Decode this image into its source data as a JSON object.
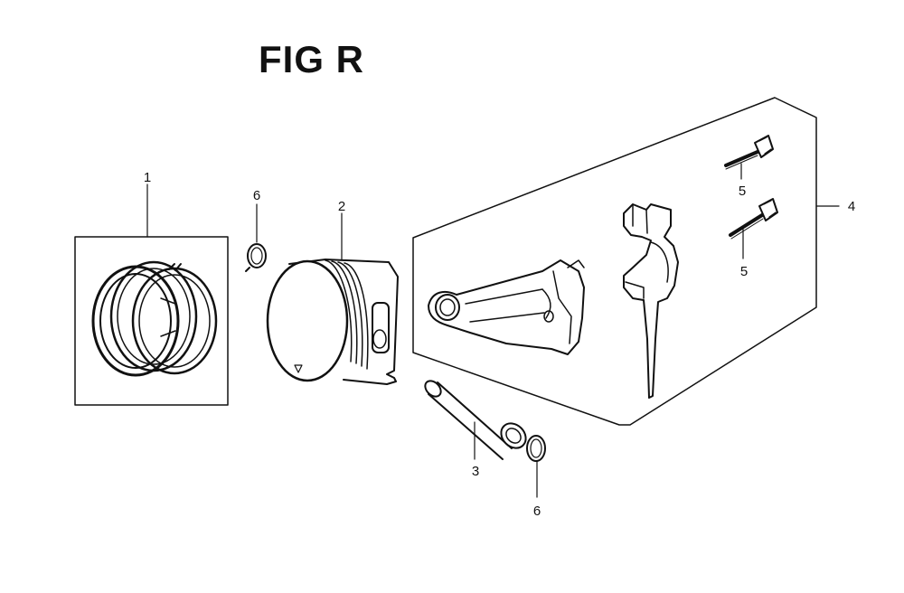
{
  "figure": {
    "title": "FIG R"
  },
  "callouts": {
    "c1": "1",
    "c2": "2",
    "c3": "3",
    "c4": "4",
    "c5a": "5",
    "c5b": "5",
    "c6a": "6",
    "c6b": "6"
  },
  "parts": {
    "piston_ring_set": "piston-ring-set-icon",
    "piston": "piston-icon",
    "piston_pin": "piston-pin-icon",
    "connecting_rod_assembly": "connecting-rod-assembly-icon",
    "rod_bolt": "rod-bolt-icon",
    "pin_clip": "piston-pin-clip-icon"
  }
}
